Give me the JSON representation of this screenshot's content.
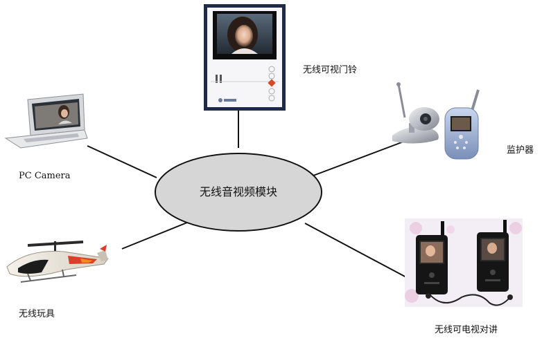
{
  "center": {
    "label": "无线音视频模块",
    "fill_color": "#d6d6d6"
  },
  "nodes": [
    {
      "id": "doorbell",
      "label": "无线可视门铃",
      "icon": "video-doorbell-icon"
    },
    {
      "id": "monitor",
      "label": "监护器",
      "icon": "baby-monitor-icon"
    },
    {
      "id": "pc-camera",
      "label": "PC Camera",
      "icon": "laptop-icon"
    },
    {
      "id": "toy",
      "label": "无线玩具",
      "icon": "rc-helicopter-icon"
    },
    {
      "id": "intercom",
      "label": "无线可电视对讲",
      "icon": "video-intercom-icon"
    }
  ],
  "colors": {
    "line": "#111111",
    "background": "#ffffff"
  }
}
